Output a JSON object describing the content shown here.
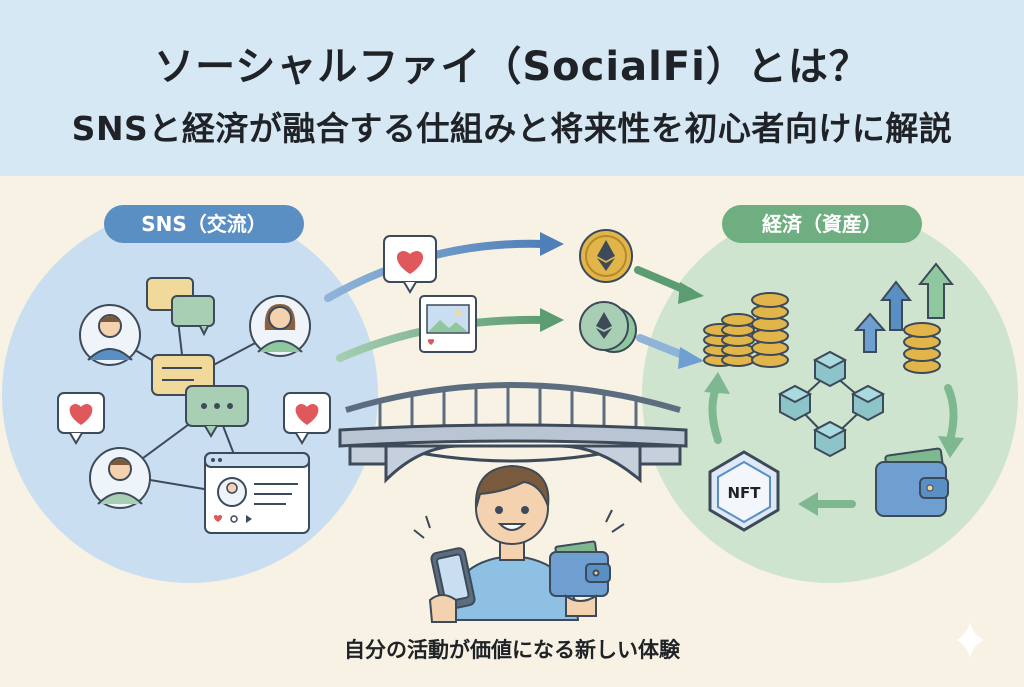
{
  "header": {
    "title": "ソーシャルファイ（SocialFi）とは？",
    "subtitle": "SNSと経済が融合する仕組みと将来性を初心者向けに解説"
  },
  "sns": {
    "label": "SNS（交流）"
  },
  "economy": {
    "label": "経済（資産）",
    "nft_label": "NFT"
  },
  "caption": "自分の活動が価値になる新しい体験",
  "colors": {
    "header_bg": "#d6e8f4",
    "page_bg": "#f7f2e3",
    "sns_blue": "#5a8fc4",
    "economy_green": "#6fae80",
    "heart_red": "#e0585c",
    "coin_gold": "#e2b54a"
  },
  "icons": [
    "heart-icon",
    "chat-bubble-icon",
    "user-avatar-icon",
    "profile-card-icon",
    "image-post-icon",
    "ethereum-coin-icon",
    "coin-stack-icon",
    "blockchain-cube-icon",
    "wallet-icon",
    "nft-badge-icon",
    "bridge-icon",
    "smartphone-icon",
    "sparkle-icon"
  ]
}
